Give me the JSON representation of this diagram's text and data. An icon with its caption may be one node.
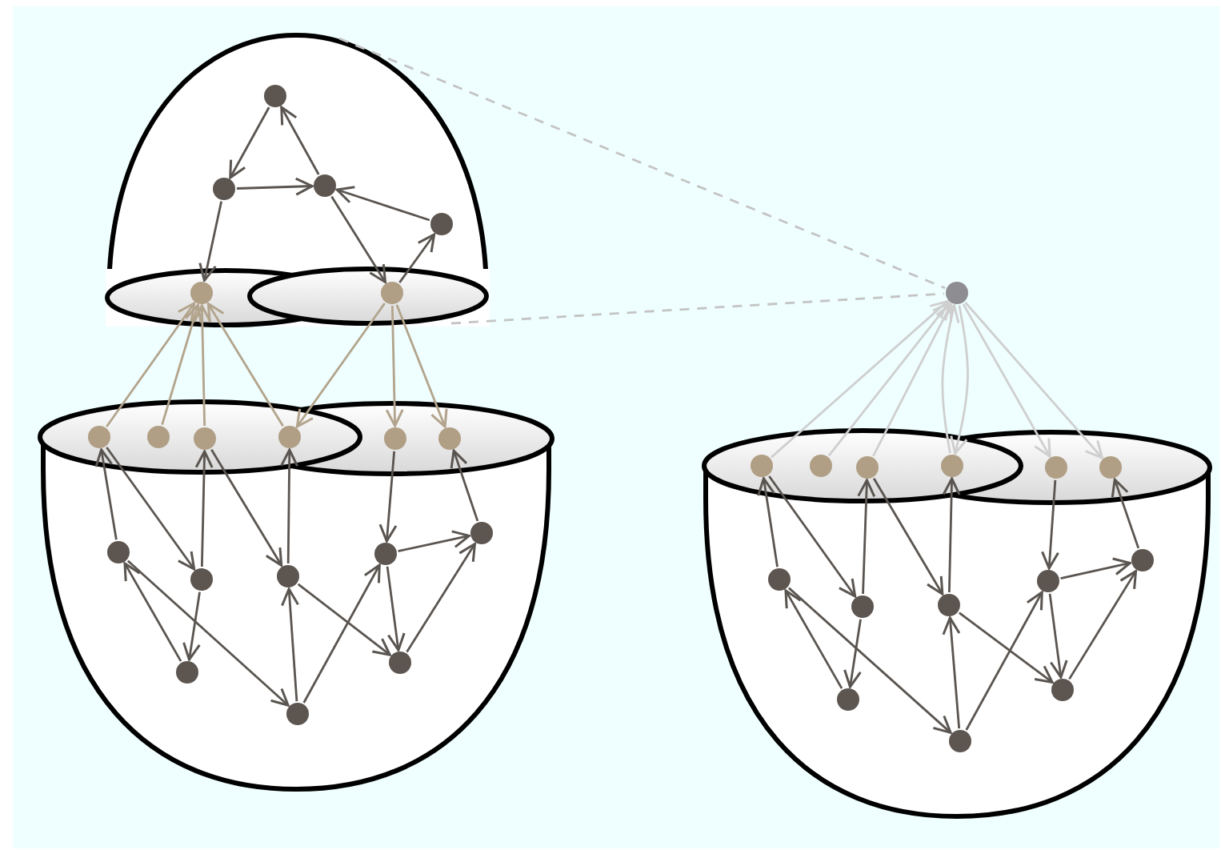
{
  "diagram": {
    "nodes": [
      {
        "text": [],
        "shape": "dome"
      },
      {
        "text": [],
        "shape": "circle",
        "in": 0
      },
      {
        "text": [],
        "shape": "circle",
        "in": 0
      },
      {
        "text": [],
        "shape": "circle",
        "in": 0
      },
      {
        "text": [],
        "shape": "circle",
        "in": 0
      },
      {
        "text": [],
        "shape": "circle",
        "in": 0
      },
      {
        "text": [],
        "shape": "circle",
        "in": 0
      },
      {
        "text": [],
        "shape": "circle"
      },
      {
        "text": [],
        "shape": "bowl"
      },
      {
        "text": [],
        "shape": "circle",
        "in": 8
      },
      {
        "text": [],
        "shape": "circle",
        "in": 8
      },
      {
        "text": [],
        "shape": "circle",
        "in": 8
      },
      {
        "text": [],
        "shape": "circle",
        "in": 8
      },
      {
        "text": [],
        "shape": "circle",
        "in": 8
      },
      {
        "text": [],
        "shape": "circle",
        "in": 8
      },
      {
        "text": [],
        "shape": "circle",
        "in": 8
      },
      {
        "text": [],
        "shape": "circle",
        "in": 8
      },
      {
        "text": [],
        "shape": "circle",
        "in": 8
      },
      {
        "text": [],
        "shape": "circle",
        "in": 8
      },
      {
        "text": [],
        "shape": "circle",
        "in": 8
      },
      {
        "text": [],
        "shape": "circle",
        "in": 8
      },
      {
        "text": [],
        "shape": "circle",
        "in": 8
      },
      {
        "text": [],
        "shape": "circle",
        "in": 8
      },
      {
        "text": [],
        "shape": "bowl"
      },
      {
        "text": [],
        "shape": "circle",
        "in": 23
      },
      {
        "text": [],
        "shape": "circle",
        "in": 23
      },
      {
        "text": [],
        "shape": "circle",
        "in": 23
      },
      {
        "text": [],
        "shape": "circle",
        "in": 23
      },
      {
        "text": [],
        "shape": "circle",
        "in": 23
      },
      {
        "text": [],
        "shape": "circle",
        "in": 23
      },
      {
        "text": [],
        "shape": "circle",
        "in": 23
      },
      {
        "text": [],
        "shape": "circle",
        "in": 23
      },
      {
        "text": [],
        "shape": "circle",
        "in": 23
      },
      {
        "text": [],
        "shape": "circle",
        "in": 23
      },
      {
        "text": [],
        "shape": "circle",
        "in": 23
      },
      {
        "text": [],
        "shape": "circle",
        "in": 23
      },
      {
        "text": [],
        "shape": "circle",
        "in": 23
      },
      {
        "text": [],
        "shape": "circle",
        "in": 23
      }
    ],
    "edges": [
      {
        "from": 1,
        "to": 2,
        "arrow": "to"
      },
      {
        "from": 3,
        "to": 1,
        "arrow": "to"
      },
      {
        "from": 2,
        "to": 3,
        "arrow": "to"
      },
      {
        "from": 4,
        "to": 3,
        "arrow": "to"
      },
      {
        "from": 2,
        "to": 5,
        "arrow": "to"
      },
      {
        "from": 3,
        "to": 6,
        "arrow": "to"
      },
      {
        "from": 6,
        "to": 4,
        "arrow": "to"
      },
      {
        "from": 9,
        "to": 5,
        "arrow": "to",
        "color": "#b2a48c"
      },
      {
        "from": 10,
        "to": 5,
        "arrow": "to",
        "color": "#b2a48c"
      },
      {
        "from": 11,
        "to": 5,
        "arrow": "to",
        "color": "#b2a48c"
      },
      {
        "from": 12,
        "to": 5,
        "arrow": "to",
        "color": "#b2a48c"
      },
      {
        "from": 6,
        "to": 12,
        "arrow": "to",
        "color": "#b2a48c"
      },
      {
        "from": 6,
        "to": 13,
        "arrow": "to",
        "color": "#b2a48c"
      },
      {
        "from": 6,
        "to": 14,
        "arrow": "to",
        "color": "#b2a48c"
      },
      {
        "from": 15,
        "to": 9,
        "arrow": "to"
      },
      {
        "from": 9,
        "to": 16,
        "arrow": "to"
      },
      {
        "from": 16,
        "to": 11,
        "arrow": "to"
      },
      {
        "from": 11,
        "to": 17,
        "arrow": "to"
      },
      {
        "from": 17,
        "to": 12,
        "arrow": "to"
      },
      {
        "from": 13,
        "to": 18,
        "arrow": "to"
      },
      {
        "from": 19,
        "to": 14,
        "arrow": "to"
      },
      {
        "from": 16,
        "to": 20,
        "arrow": "to"
      },
      {
        "from": 20,
        "to": 15,
        "arrow": "to"
      },
      {
        "from": 15,
        "to": 22,
        "arrow": "to"
      },
      {
        "from": 22,
        "to": 17,
        "arrow": "to"
      },
      {
        "from": 22,
        "to": 18,
        "arrow": "to"
      },
      {
        "from": 17,
        "to": 21,
        "arrow": "to"
      },
      {
        "from": 18,
        "to": 19,
        "arrow": "to"
      },
      {
        "from": 18,
        "to": 21,
        "arrow": "to"
      },
      {
        "from": 21,
        "to": 19,
        "arrow": "to"
      },
      {
        "from": 30,
        "to": 24,
        "arrow": "to"
      },
      {
        "from": 24,
        "to": 31,
        "arrow": "to"
      },
      {
        "from": 31,
        "to": 26,
        "arrow": "to"
      },
      {
        "from": 26,
        "to": 32,
        "arrow": "to"
      },
      {
        "from": 32,
        "to": 27,
        "arrow": "to"
      },
      {
        "from": 28,
        "to": 33,
        "arrow": "to"
      },
      {
        "from": 34,
        "to": 29,
        "arrow": "to"
      },
      {
        "from": 31,
        "to": 35,
        "arrow": "to"
      },
      {
        "from": 35,
        "to": 30,
        "arrow": "to"
      },
      {
        "from": 30,
        "to": 37,
        "arrow": "to"
      },
      {
        "from": 37,
        "to": 32,
        "arrow": "to"
      },
      {
        "from": 37,
        "to": 33,
        "arrow": "to"
      },
      {
        "from": 32,
        "to": 36,
        "arrow": "to"
      },
      {
        "from": 33,
        "to": 34,
        "arrow": "to"
      },
      {
        "from": 33,
        "to": 36,
        "arrow": "to"
      },
      {
        "from": 36,
        "to": 34,
        "arrow": "to"
      },
      {
        "from": 24,
        "to": 7,
        "arrow": "to",
        "color": "#cfcfcf"
      },
      {
        "from": 25,
        "to": 7,
        "arrow": "to",
        "color": "#cfcfcf"
      },
      {
        "from": 26,
        "to": 7,
        "arrow": "to",
        "color": "#cfcfcf"
      },
      {
        "from": 27,
        "to": 7,
        "arrow": "to",
        "color": "#cfcfcf"
      },
      {
        "from": 7,
        "to": 27,
        "arrow": "to",
        "color": "#cfcfcf"
      },
      {
        "from": 7,
        "to": 28,
        "arrow": "to",
        "color": "#cfcfcf"
      },
      {
        "from": 7,
        "to": 29,
        "arrow": "to",
        "color": "#cfcfcf"
      },
      {
        "from": 0,
        "to": 7,
        "arrow": "none",
        "style": "dashed",
        "color": "#c4c4c4"
      },
      {
        "from": 0,
        "to": 7,
        "arrow": "none",
        "style": "dashed",
        "color": "#c4c4c4"
      }
    ]
  }
}
